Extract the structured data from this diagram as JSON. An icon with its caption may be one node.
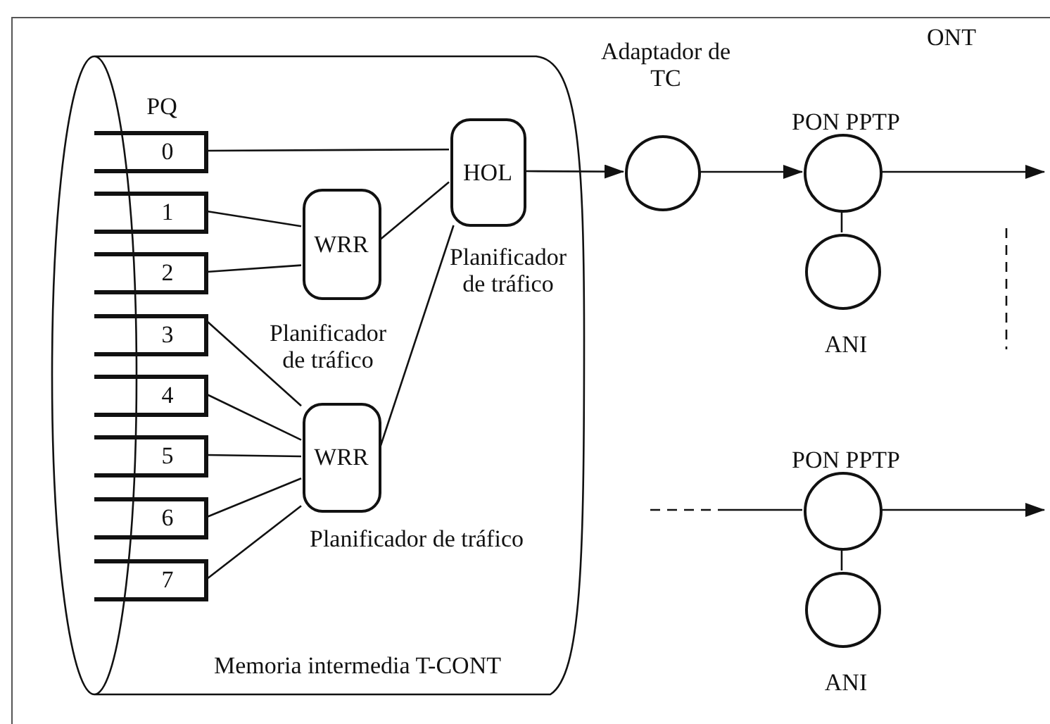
{
  "diagram": {
    "nodes": [
      {
        "text": [
          "ONT"
        ]
      },
      {
        "text": [
          "Memoria intermedia T-CONT"
        ],
        "in": 0
      },
      {
        "text": [
          "0"
        ],
        "in": 1
      },
      {
        "text": [
          "1"
        ],
        "in": 1
      },
      {
        "text": [
          "2"
        ],
        "in": 1
      },
      {
        "text": [
          "3"
        ],
        "in": 1
      },
      {
        "text": [
          "4"
        ],
        "in": 1
      },
      {
        "text": [
          "5"
        ],
        "in": 1
      },
      {
        "text": [
          "6"
        ],
        "in": 1
      },
      {
        "text": [
          "7"
        ],
        "in": 1
      },
      {
        "text": [
          "WRR"
        ],
        "beside": [
          "Planificador de tráfico"
        ],
        "in": 1
      },
      {
        "text": [
          "WRR"
        ],
        "beside": [
          "Planificador de tráfico"
        ],
        "in": 1
      },
      {
        "text": [
          "HOL"
        ],
        "beside": [
          "Planificador de tráfico"
        ],
        "in": 1
      },
      {
        "text": [
          "Adaptador de TC"
        ],
        "in": 0
      },
      {
        "text": [
          "PON PPTP"
        ],
        "in": 0
      },
      {
        "text": [
          "ANI"
        ],
        "in": 0
      },
      {
        "text": [
          "PON PPTP"
        ],
        "in": 0
      },
      {
        "text": [
          "ANI"
        ],
        "in": 0
      }
    ],
    "edges": [
      {
        "from": 2,
        "to": 12,
        "arrow": "none"
      },
      {
        "from": 3,
        "to": 10,
        "arrow": "none"
      },
      {
        "from": 4,
        "to": 10,
        "arrow": "none"
      },
      {
        "from": 5,
        "to": 11,
        "arrow": "none"
      },
      {
        "from": 6,
        "to": 11,
        "arrow": "none"
      },
      {
        "from": 7,
        "to": 11,
        "arrow": "none"
      },
      {
        "from": 8,
        "to": 11,
        "arrow": "none"
      },
      {
        "from": 9,
        "to": 11,
        "arrow": "none"
      },
      {
        "from": 10,
        "to": 12,
        "arrow": "none"
      },
      {
        "from": 11,
        "to": 12,
        "arrow": "none"
      },
      {
        "from": 12,
        "to": 13,
        "arrow": "to"
      },
      {
        "from": 13,
        "to": 14,
        "arrow": "to"
      },
      {
        "from": 14,
        "to": null,
        "arrow": "to"
      },
      {
        "from": 14,
        "to": 15,
        "arrow": "none"
      },
      {
        "from": null,
        "to": 16,
        "arrow": "none",
        "style": "dashed"
      },
      {
        "from": 16,
        "to": null,
        "arrow": "to"
      },
      {
        "from": 16,
        "to": 17,
        "arrow": "none"
      }
    ],
    "labels": [
      "PQ"
    ]
  }
}
